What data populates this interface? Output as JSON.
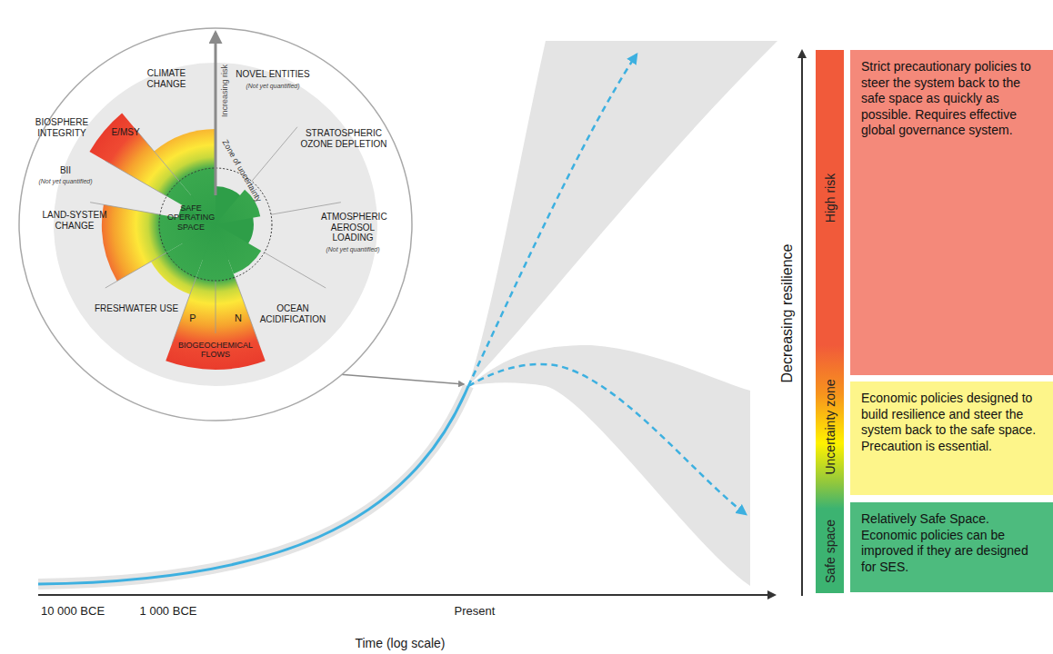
{
  "diagram": {
    "nodes": [
      {
        "text": [
          "High risk"
        ]
      },
      {
        "text": [
          "Strict precautionary policies to steer the system back to the safe space as quickly as possible. Requires effective global governance system."
        ]
      },
      {
        "text": [
          "Uncertainty zone"
        ]
      },
      {
        "text": [
          "Economic policies designed to build resilience and steer the system back to the safe space. Precaution is essential."
        ]
      },
      {
        "text": [
          "Safe space"
        ]
      },
      {
        "text": [
          "Relatively Safe Space. Economic policies can be improved if they are designed for SES."
        ]
      }
    ],
    "labels": [
      "CLIMATE CHANGE",
      "Increasing risk",
      "NOVEL ENTITIES",
      "(Not yet quantified)",
      "STRATOSPHERIC OZONE DEPLETION",
      "Zone of uncertainty",
      "ATMOSPHERIC AEROSOL LOADING",
      "(Not yet quantified)",
      "OCEAN ACIDIFICATION",
      "P",
      "N",
      "BIOGEOCHEMICAL FLOWS",
      "FRESHWATER USE",
      "LAND-SYSTEM CHANGE",
      "BII",
      "(Not yet quantified)",
      "BIOSPHERE INTEGRITY",
      "E/MSY",
      "SAFE OPERATING SPACE",
      "10 000 BCE",
      "1 000 BCE",
      "Present",
      "Time (log scale)",
      "Decreasing resilience"
    ]
  }
}
